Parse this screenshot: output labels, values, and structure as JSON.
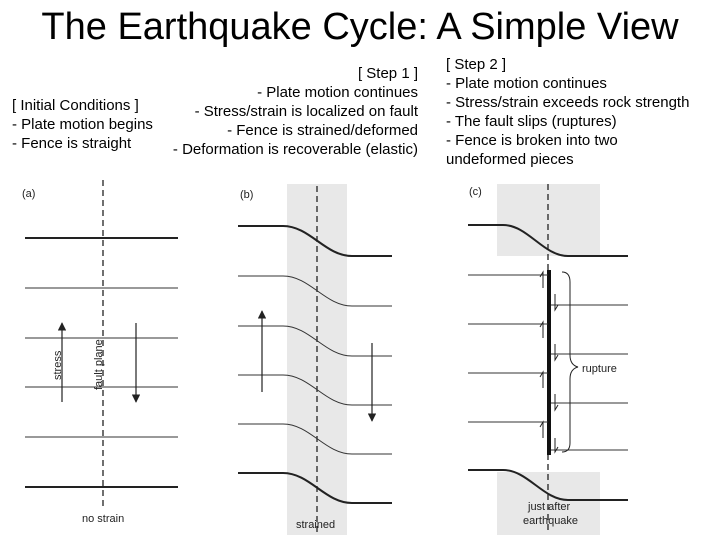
{
  "title": "The Earthquake Cycle: A Simple View",
  "initial": {
    "heading": "[ Initial Conditions ]",
    "lines": [
      "- Plate motion begins",
      "- Fence is straight"
    ]
  },
  "step1": {
    "heading": "[ Step 1 ]",
    "lines": [
      "- Plate motion continues",
      "- Stress/strain is localized on fault",
      "- Fence is strained/deformed",
      "- Deformation is recoverable (elastic)"
    ]
  },
  "step2": {
    "heading": "[ Step 2 ]",
    "lines": [
      "- Plate motion continues",
      "- Stress/strain exceeds rock strength",
      "- The fault slips (ruptures)",
      "- Fence is broken into two",
      "undeformed pieces"
    ]
  },
  "figure": {
    "panel_a": {
      "label": "(a)",
      "stress": "stress",
      "fault_plane": "fault plane",
      "caption": "no strain"
    },
    "panel_b": {
      "label": "(b)",
      "caption": "strained"
    },
    "panel_c": {
      "label": "(c)",
      "rupture": "rupture",
      "caption_line1": "just after",
      "caption_line2": "earthquake"
    },
    "shade_color": "#e8e8e8"
  }
}
